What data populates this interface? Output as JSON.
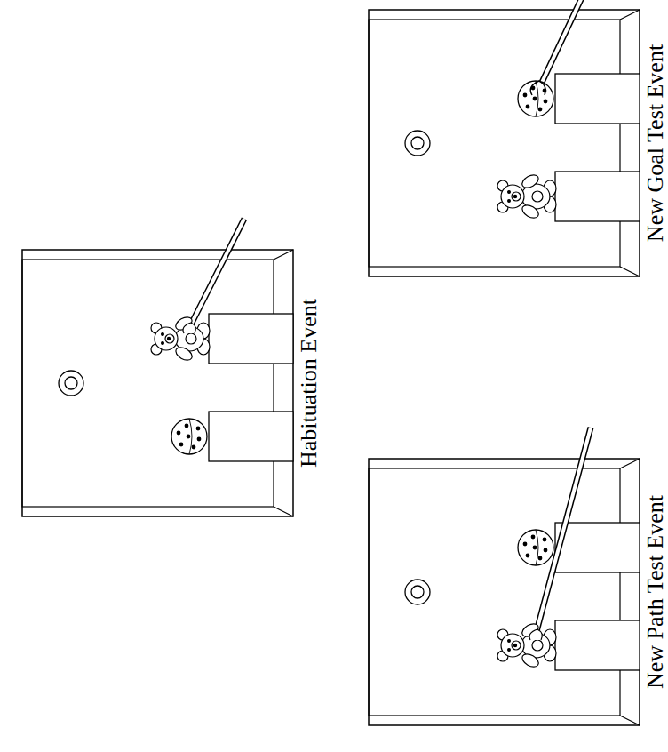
{
  "diagram": {
    "nodes": [
      {
        "text": [
          "Habituation Event"
        ]
      },
      {
        "text": [
          "New Path Test Event"
        ]
      },
      {
        "text": [
          "New Goal Test Event"
        ]
      }
    ]
  }
}
